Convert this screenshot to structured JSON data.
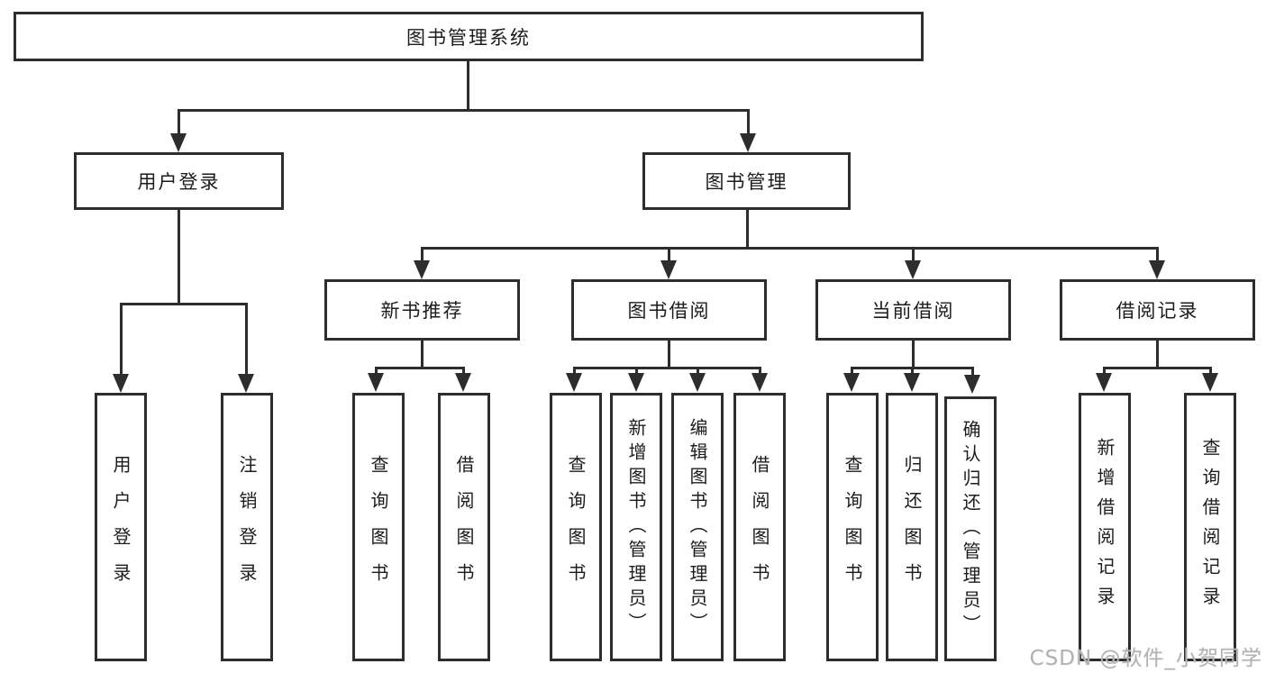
{
  "diagram_title": "图书管理系统",
  "style": {
    "line_color": "#2d2d2d",
    "box_border_color": "#2d2d2d",
    "box_background": "#ffffff",
    "text_color": "#1c1c1c",
    "watermark_color": "#b3b3b3"
  },
  "tree": {
    "label": "图书管理系统",
    "children": [
      {
        "label": "用户登录",
        "children": [
          {
            "label": "用户登录"
          },
          {
            "label": "注销登录"
          }
        ]
      },
      {
        "label": "图书管理",
        "children": [
          {
            "label": "新书推荐",
            "children": [
              {
                "label": "查询图书"
              },
              {
                "label": "借阅图书"
              }
            ]
          },
          {
            "label": "图书借阅",
            "children": [
              {
                "label": "查询图书"
              },
              {
                "label": "新增图书（管理员）"
              },
              {
                "label": "编辑图书（管理员）"
              },
              {
                "label": "借阅图书"
              }
            ]
          },
          {
            "label": "当前借阅",
            "children": [
              {
                "label": "查询图书"
              },
              {
                "label": "归还图书"
              },
              {
                "label": "确认归还（管理员）"
              }
            ]
          },
          {
            "label": "借阅记录",
            "children": [
              {
                "label": "新增借阅记录"
              },
              {
                "label": "查询借阅记录"
              }
            ]
          }
        ]
      }
    ]
  },
  "watermark": {
    "text": "CSDN @软件_小贺同学"
  }
}
